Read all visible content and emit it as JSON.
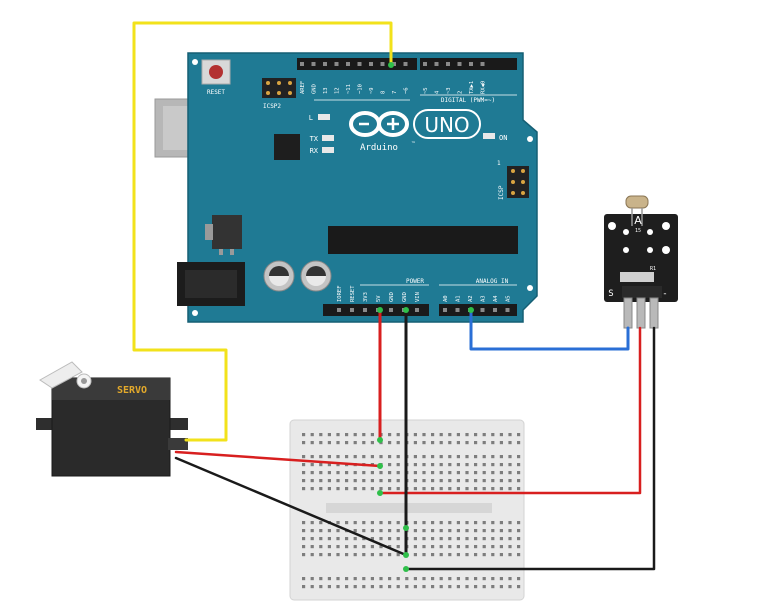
{
  "arduino": {
    "logo_text": "UNO",
    "brand_text": "Arduino",
    "trademark": "™",
    "reset_label": "RESET",
    "icsp2_label": "ICSP2",
    "icsp_label": "ICSP",
    "icsp_pin1": "1",
    "led_l": "L",
    "led_tx": "TX",
    "led_rx": "RX",
    "led_on": "ON",
    "digital_label": "DIGITAL (PWM=~)",
    "power_label": "POWER",
    "analog_label": "ANALOG IN",
    "top_pins": [
      "AREF",
      "GND",
      "13",
      "12",
      "~11",
      "~10",
      "~9",
      "8",
      "7",
      "~6",
      "~5",
      "4",
      "~3",
      "2",
      "TX▶1",
      "RX◀0"
    ],
    "power_pins": [
      "IOREF",
      "RESET",
      "3V3",
      "5V",
      "GND",
      "GND",
      "VIN"
    ],
    "analog_pins": [
      "A0",
      "A1",
      "A2",
      "A3",
      "A4",
      "A5"
    ]
  },
  "servo": {
    "label": "SERVO"
  },
  "sensor": {
    "label_a": "A",
    "label_5": "15",
    "label_s": "S",
    "label_minus": "-",
    "label_r1": "R1"
  },
  "colors": {
    "board": "#1f7a94",
    "wire_yellow": "#f2e21b",
    "wire_red": "#d81f1f",
    "wire_black": "#1a1a1a",
    "wire_blue": "#2a6fd6"
  }
}
